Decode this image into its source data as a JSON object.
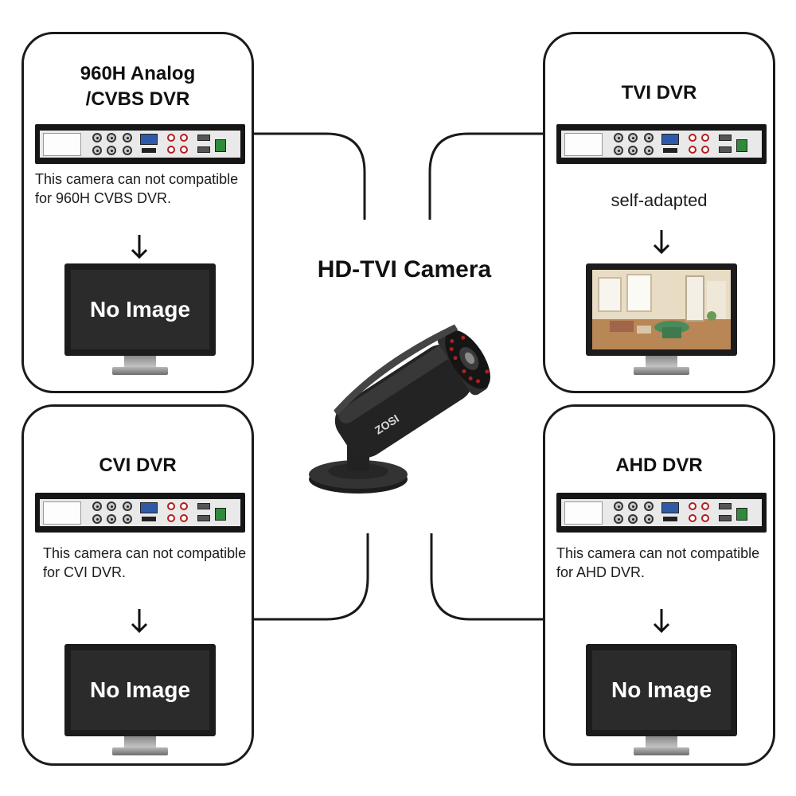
{
  "center": {
    "title": "HD-TVI Camera",
    "brand": "ZOSI"
  },
  "panels": {
    "analog": {
      "title_line1": "960H Analog",
      "title_line2": "/CVBS DVR",
      "note": "This camera can not compatible for 960H CVBS DVR.",
      "screen": "No Image"
    },
    "tvi": {
      "title": "TVI DVR",
      "note": "self-adapted"
    },
    "cvi": {
      "title": "CVI DVR",
      "note": "This camera can not compatible for CVI DVR.",
      "screen": "No Image"
    },
    "ahd": {
      "title": "AHD DVR",
      "note": "This camera can not compatible for AHD DVR.",
      "screen": "No Image"
    }
  },
  "colors": {
    "border": "#1a1a1a",
    "screen": "#1c1c1c",
    "rca_red": "#b31d1d",
    "vga_blue": "#2f5aa8"
  }
}
